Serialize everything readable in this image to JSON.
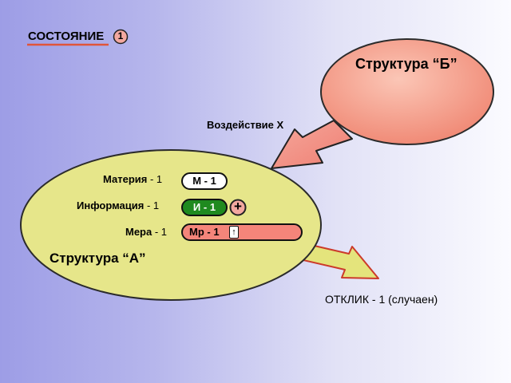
{
  "title": {
    "text": "СОСТОЯНИЕ",
    "number": "1"
  },
  "structure_b": {
    "label": "Структура “Б”"
  },
  "structure_a": {
    "label": "Структура “А”"
  },
  "arrow_in": {
    "label": "Воздействие Х"
  },
  "rows": [
    {
      "label": "Материя",
      "level": "- 1",
      "badge": "М - 1",
      "badge_color": "#ffffff"
    },
    {
      "label": "Информация",
      "level": "- 1",
      "badge": "И - 1",
      "badge_color": "#1f8a1f",
      "badge_text_color": "#ffffff",
      "marker": "+"
    },
    {
      "label": "Мера",
      "level": "- 1",
      "badge": "Мр - 1",
      "badge_color": "#f4857a",
      "marker": "↑"
    }
  ],
  "response": {
    "label": "ОТКЛИК - 1 (случаен)"
  },
  "colors": {
    "structure_a_fill": "#e6e68a",
    "structure_b_fill": "#f4917e",
    "arrow_in_fill": "#f28f80",
    "arrow_out_fill": "#e4e47c",
    "title_underline": "#e0553a",
    "number_circle": "#f3a8a0"
  }
}
